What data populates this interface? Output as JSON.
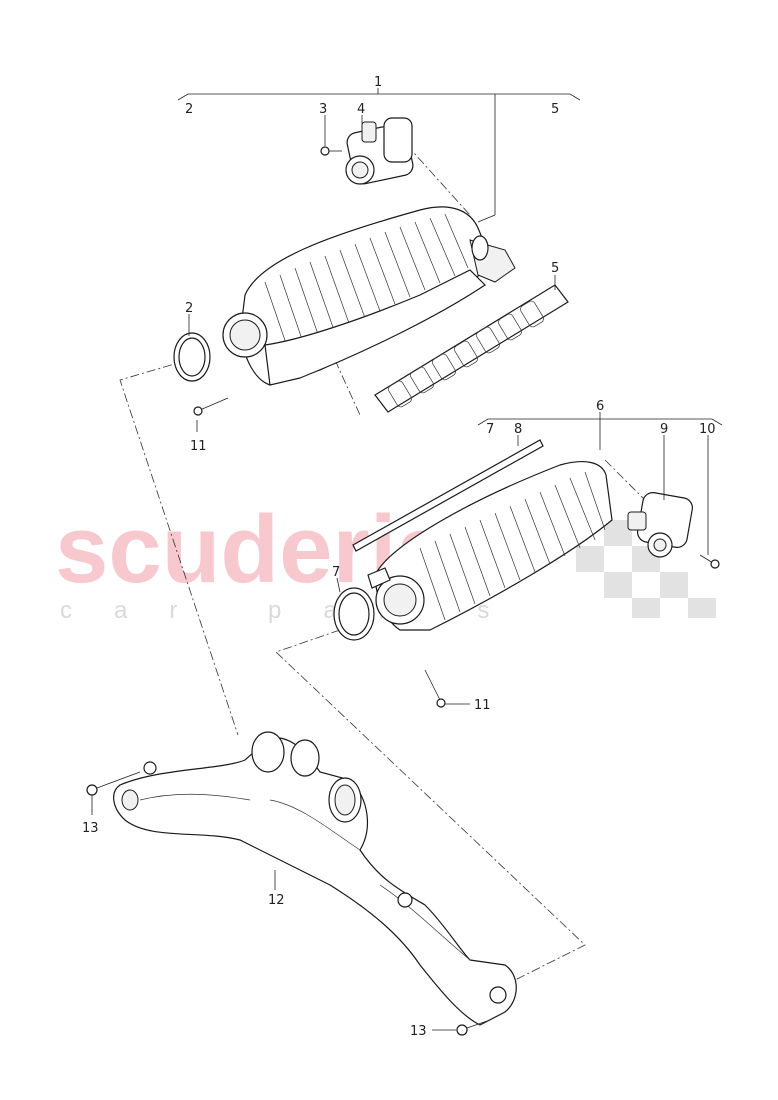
{
  "watermark": {
    "brand": "scuderia",
    "tagline": "car parts"
  },
  "callouts": {
    "c1": "1",
    "c2a": "2",
    "c2b": "2",
    "c3": "3",
    "c4": "4",
    "c5a": "5",
    "c5b": "5",
    "c6": "6",
    "c7a": "7",
    "c7b": "7",
    "c8": "8",
    "c9": "9",
    "c10": "10",
    "c11a": "11",
    "c11b": "11",
    "c12": "12",
    "c13a": "13",
    "c13b": "13"
  }
}
